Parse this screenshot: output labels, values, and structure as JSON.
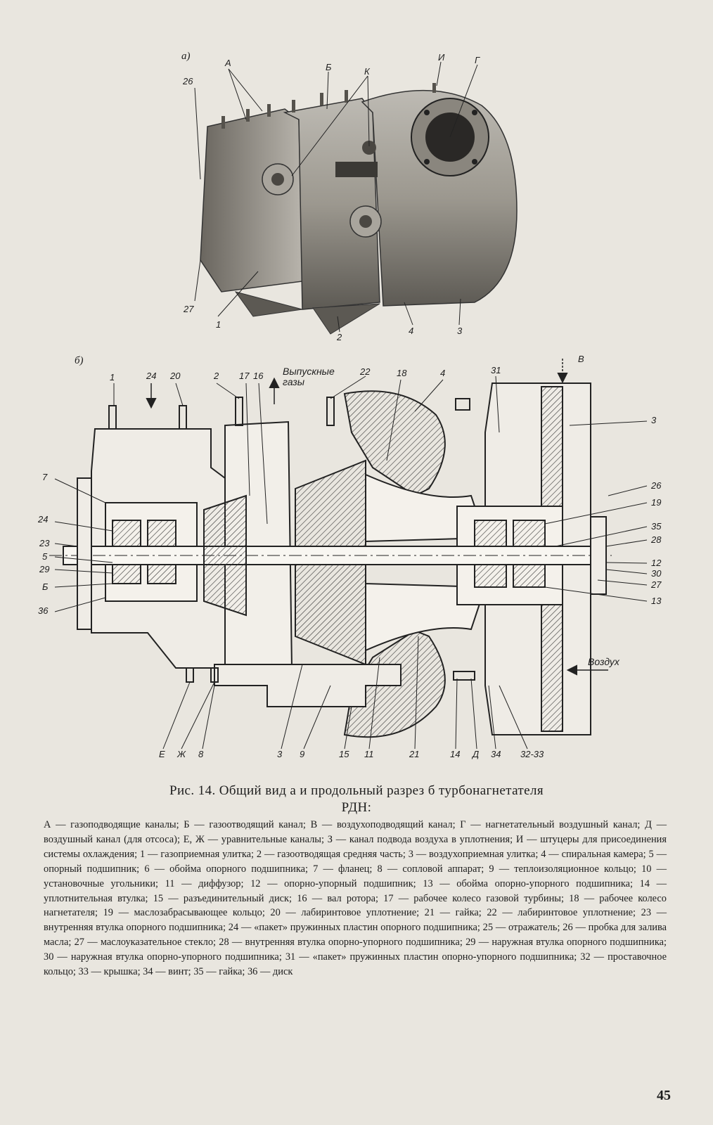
{
  "figure_a": {
    "label": "а)",
    "labels": [
      "26",
      "А",
      "Б",
      "К",
      "И",
      "Г",
      "27",
      "1",
      "2",
      "4",
      "3"
    ]
  },
  "figure_b": {
    "label": "б)",
    "exhaust_note": "Выпускные газы",
    "air_note": "Воздух",
    "top_labels": [
      "1",
      "24",
      "20",
      "2",
      "17",
      "16",
      "22",
      "18",
      "4",
      "31",
      "В"
    ],
    "left_labels": [
      "7",
      "24",
      "23",
      "5",
      "29",
      "Б",
      "36"
    ],
    "right_labels": [
      "3",
      "26",
      "19",
      "35",
      "28",
      "12",
      "30",
      "27",
      "13"
    ],
    "bottom_labels": [
      "Е",
      "Ж",
      "8",
      "3",
      "9",
      "15",
      "11",
      "21",
      "14",
      "Д",
      "34",
      "32-33"
    ]
  },
  "caption": {
    "title": "Рис. 14. Общий вид а и продольный разрез б турбонагнетателя",
    "title_line2": "РДН:",
    "legend": "А — газоподводящие каналы; Б — газоотводящий канал; В — воздухоподводящий канал; Г — нагнетательный воздушный канал; Д — воздушный канал (для отсоса); Е, Ж — уравнительные каналы; З — канал подвода воздуха в уплотнения; И — штуцеры для присоединения системы охлаждения; 1 — газоприемная улитка; 2 — газоотводящая средняя часть; 3 — воздухоприемная улитка; 4 — спиральная камера; 5 — опорный подшипник; 6 — обойма опорного подшипника; 7 — фланец; 8 — сопловой аппарат; 9 — теплоизоляционное кольцо; 10 — установочные угольники; 11 — диффузор; 12 — опорно-упорный подшипник; 13 — обойма опорно-упорного подшипника; 14 — уплотнительная втулка; 15 — разъединительный диск; 16 — вал ротора; 17 — рабочее колесо газовой турбины; 18 — рабочее колесо нагнетателя; 19 — маслозабрасывающее кольцо; 20 — лабиринтовое уплотнение; 21 — гайка; 22 — лабиринтовое уплотнение; 23 — внутренняя втулка опорного подшипника; 24 — «пакет» пружинных пластин опорного подшипника; 25 — отражатель; 26 — пробка для залива масла; 27 — маслоуказательное стекло; 28 — внутренняя втулка опорно-упорного подшипника; 29 — наружная втулка опорного подшипника; 30 — наружная втулка опорно-упорного подшипника; 31 — «пакет» пружинных пластин опорно-упорного подшипника; 32 — проставочное кольцо; 33 — крышка; 34 — винт; 35 — гайка; 36 — диск"
  },
  "page_number": "45"
}
